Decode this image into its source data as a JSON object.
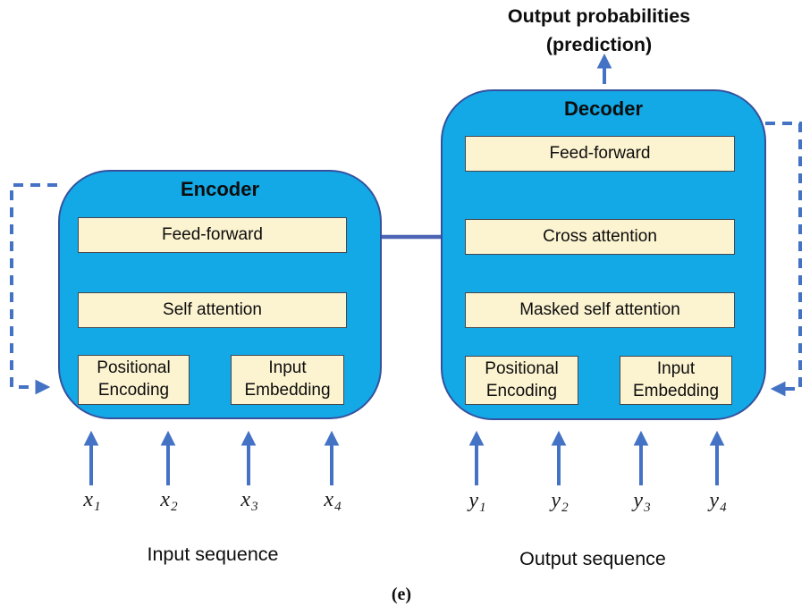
{
  "colors": {
    "container_fill": "#12A9E6",
    "container_border": "#35519E",
    "block_fill": "#FCF3D0",
    "block_border": "#44474F",
    "arrow_blue": "#4472C4",
    "connector_blue": "#4E64B4",
    "arrow_yellow": "#F5D865"
  },
  "header": {
    "line1": "Output probabilities",
    "line2": "(prediction)"
  },
  "encoder": {
    "title": "Encoder",
    "feed_forward": "Feed-forward",
    "self_attention": "Self attention",
    "positional_encoding": "Positional Encoding",
    "input_embedding": "Input Embedding",
    "sequence_label": "Input sequence",
    "inputs": [
      {
        "base": "x",
        "sub": "1"
      },
      {
        "base": "x",
        "sub": "2"
      },
      {
        "base": "x",
        "sub": "3"
      },
      {
        "base": "x",
        "sub": "4"
      }
    ]
  },
  "decoder": {
    "title": "Decoder",
    "feed_forward": "Feed-forward",
    "cross_attention": "Cross attention",
    "masked_self_attention": "Masked self attention",
    "positional_encoding": "Positional Encoding",
    "input_embedding": "Input Embedding",
    "sequence_label": "Output sequence",
    "inputs": [
      {
        "base": "y",
        "sub": "1"
      },
      {
        "base": "y",
        "sub": "2"
      },
      {
        "base": "y",
        "sub": "3"
      },
      {
        "base": "y",
        "sub": "4"
      }
    ]
  },
  "caption": "(e)"
}
